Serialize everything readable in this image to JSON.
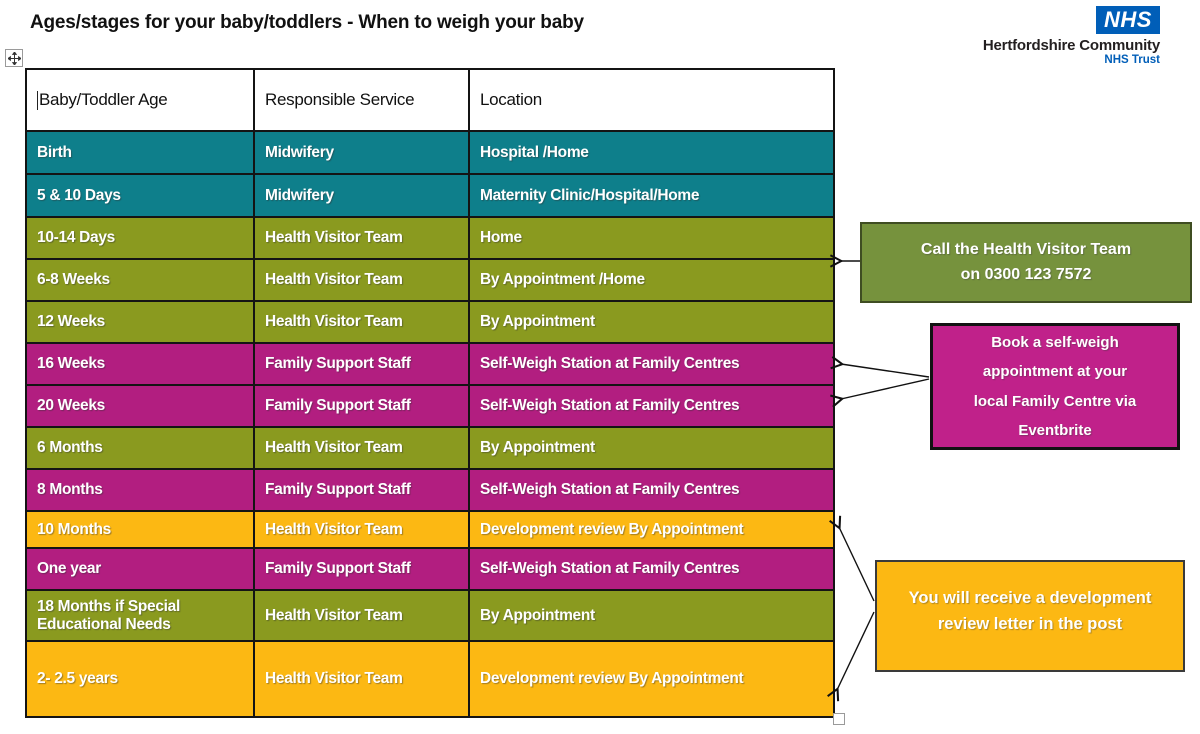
{
  "page": {
    "title": "Ages/stages for your baby/toddlers - When to weigh your baby"
  },
  "logo": {
    "nhs": "NHS",
    "org": "Hertfordshire Community",
    "trust": "NHS Trust"
  },
  "table": {
    "headers": [
      "Baby/Toddler Age",
      "Responsible Service",
      "Location"
    ],
    "rows": [
      {
        "age": "Birth",
        "service": "Midwifery",
        "location": "Hospital /Home",
        "color": "teal"
      },
      {
        "age": "5 & 10 Days",
        "service": "Midwifery",
        "location": "Maternity Clinic/Hospital/Home",
        "color": "teal"
      },
      {
        "age": "10-14 Days",
        "service": "Health Visitor Team",
        "location": "Home",
        "color": "olive"
      },
      {
        "age": "6-8 Weeks",
        "service": "Health Visitor Team",
        "location": "By Appointment /Home",
        "color": "olive"
      },
      {
        "age": "12 Weeks",
        "service": "Health Visitor Team",
        "location": "By Appointment",
        "color": "olive"
      },
      {
        "age": "16 Weeks",
        "service": "Family Support Staff",
        "location": "Self-Weigh Station at Family Centres",
        "color": "magenta"
      },
      {
        "age": "20 Weeks",
        "service": "Family Support Staff",
        "location": "Self-Weigh Station at Family Centres",
        "color": "magenta"
      },
      {
        "age": "6 Months",
        "service": "Health Visitor Team",
        "location": "By Appointment",
        "color": "olive"
      },
      {
        "age": "8 Months",
        "service": "Family Support Staff",
        "location": "Self-Weigh Station at Family Centres",
        "color": "magenta"
      },
      {
        "age": "10 Months",
        "service": "Health Visitor Team",
        "location": "Development review By Appointment",
        "color": "yellow"
      },
      {
        "age": "One year",
        "service": "Family Support Staff",
        "location": "Self-Weigh Station at Family Centres",
        "color": "magenta"
      },
      {
        "age": "18 Months if Special Educational Needs",
        "service": "Health Visitor Team",
        "location": "By Appointment",
        "color": "olive"
      },
      {
        "age": "2- 2.5 years",
        "service": "Health Visitor Team",
        "location": "Development review By Appointment",
        "color": "yellow"
      }
    ]
  },
  "callouts": {
    "health_visitor": {
      "text": "Call the Health Visitor Team\non 0300 123 7572"
    },
    "self_weigh": {
      "text": "Book a self-weigh\nappointment at your\nlocal Family Centre via\nEventbrite"
    },
    "development_review": {
      "text": "You will receive a development\nreview letter in the post"
    }
  },
  "colors": {
    "teal": "#0E7F8B",
    "olive": "#8A9A1F",
    "magenta": "#B21E80",
    "yellow": "#FCB813",
    "callout_green": "#76923D",
    "callout_magenta": "#C0218A",
    "nhs_blue": "#005EB8"
  }
}
